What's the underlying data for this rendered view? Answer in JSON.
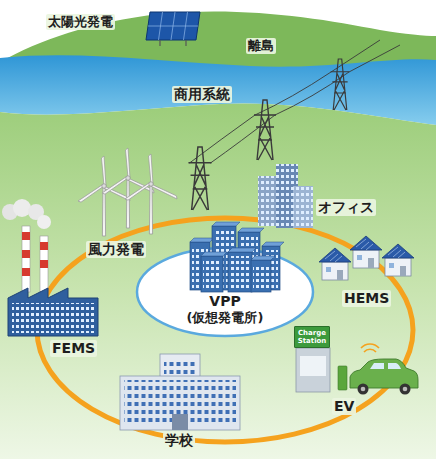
{
  "diagram": {
    "nodes": [
      {
        "text": [
          "VPP",
          "(仮想発電所)"
        ]
      }
    ],
    "labels": [
      "太陽光発電",
      "離島",
      "商用系統",
      "風力発電",
      "オフィス",
      "HEMS",
      "FEMS",
      "学校",
      "Charge Station",
      "EV"
    ]
  }
}
